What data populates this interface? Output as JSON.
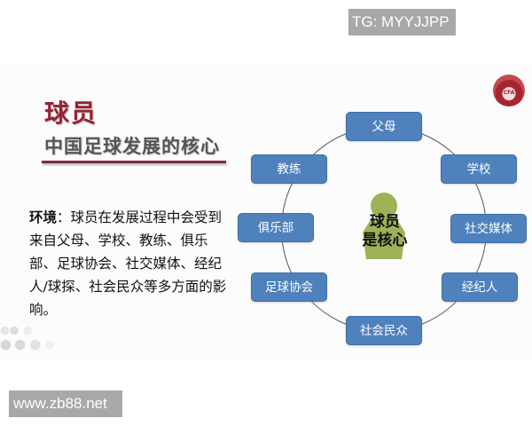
{
  "watermarks": {
    "top": "TG: MYYJJPP",
    "bottom": "www.zb88.net"
  },
  "slide": {
    "title": "球员",
    "subtitle": "中国足球发展的核心",
    "body_label": "环境",
    "body_text": "：球员在发展过程中会受到来自父母、学校、教练、俱乐部、足球协会、社交媒体、经纪人/球探、社会民众等多方面的影响。",
    "logo_text": "CFA",
    "center": {
      "line1": "球员",
      "line2": "是核心",
      "color": "#9bb356"
    },
    "nodes": [
      {
        "label": "父母"
      },
      {
        "label": "学校"
      },
      {
        "label": "社交媒体"
      },
      {
        "label": "经纪人"
      },
      {
        "label": "社会民众"
      },
      {
        "label": "足球协会"
      },
      {
        "label": "俱乐部"
      },
      {
        "label": "教练"
      }
    ],
    "colors": {
      "node_fill": "#4f81bd",
      "title": "#9b2030",
      "underline": "#7d2a3a"
    }
  }
}
